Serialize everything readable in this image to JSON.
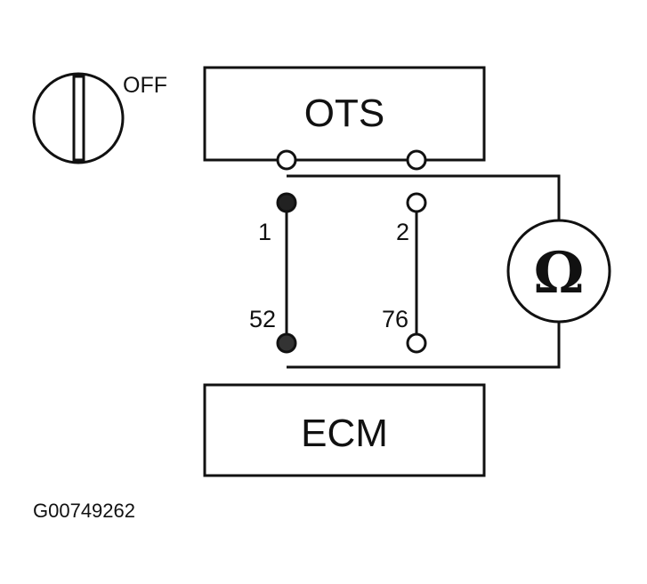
{
  "ignition": {
    "position_label": "OFF",
    "icon": "ignition-key-switch-icon"
  },
  "components": {
    "ots_label": "OTS",
    "ecm_label": "ECM",
    "meter_symbol": "Ω",
    "meter_icon": "ohmmeter-icon"
  },
  "pins": {
    "pin_1": "1",
    "pin_2": "2",
    "pin_52": "52",
    "pin_76": "76"
  },
  "figure_id": "G00749262",
  "colors": {
    "line": "#111111",
    "active_pin": "#222222",
    "background": "#ffffff"
  }
}
